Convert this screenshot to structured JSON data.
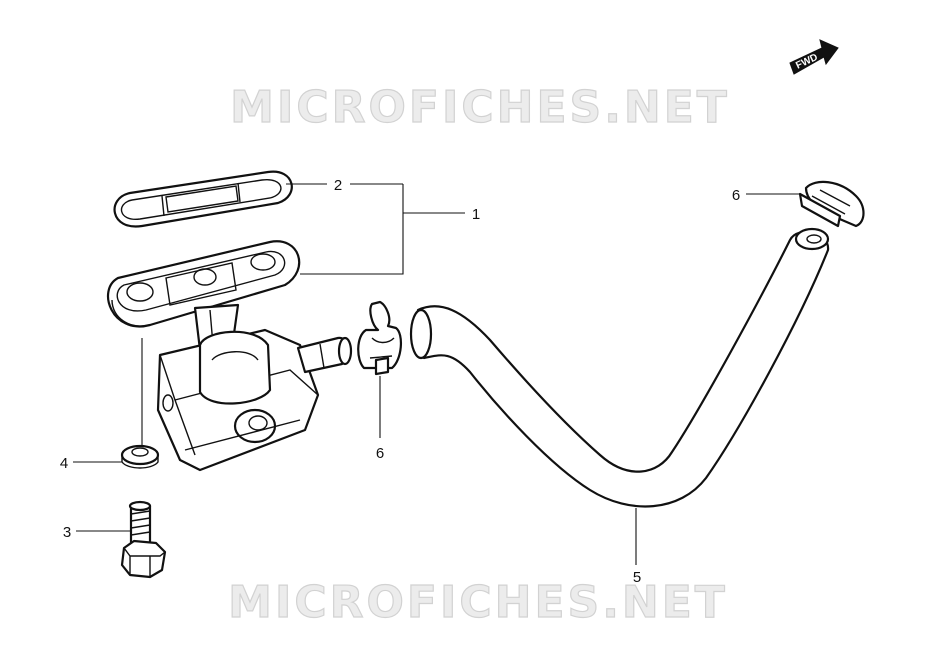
{
  "watermarks": {
    "top": "MICROFICHES.NET",
    "bottom": "MICROFICHES.NET"
  },
  "direction_badge": {
    "text": "FWD",
    "icon": "forward-arrow-icon"
  },
  "callouts": {
    "fuel_cock_assembly": "1",
    "gasket": "2",
    "bolt": "3",
    "washer": "4",
    "hose": "5",
    "clamp_near_valve": "6",
    "clamp_hose_end": "6"
  },
  "colors": {
    "line": "#111111",
    "watermark": "#d2d2d2",
    "background": "#ffffff"
  }
}
